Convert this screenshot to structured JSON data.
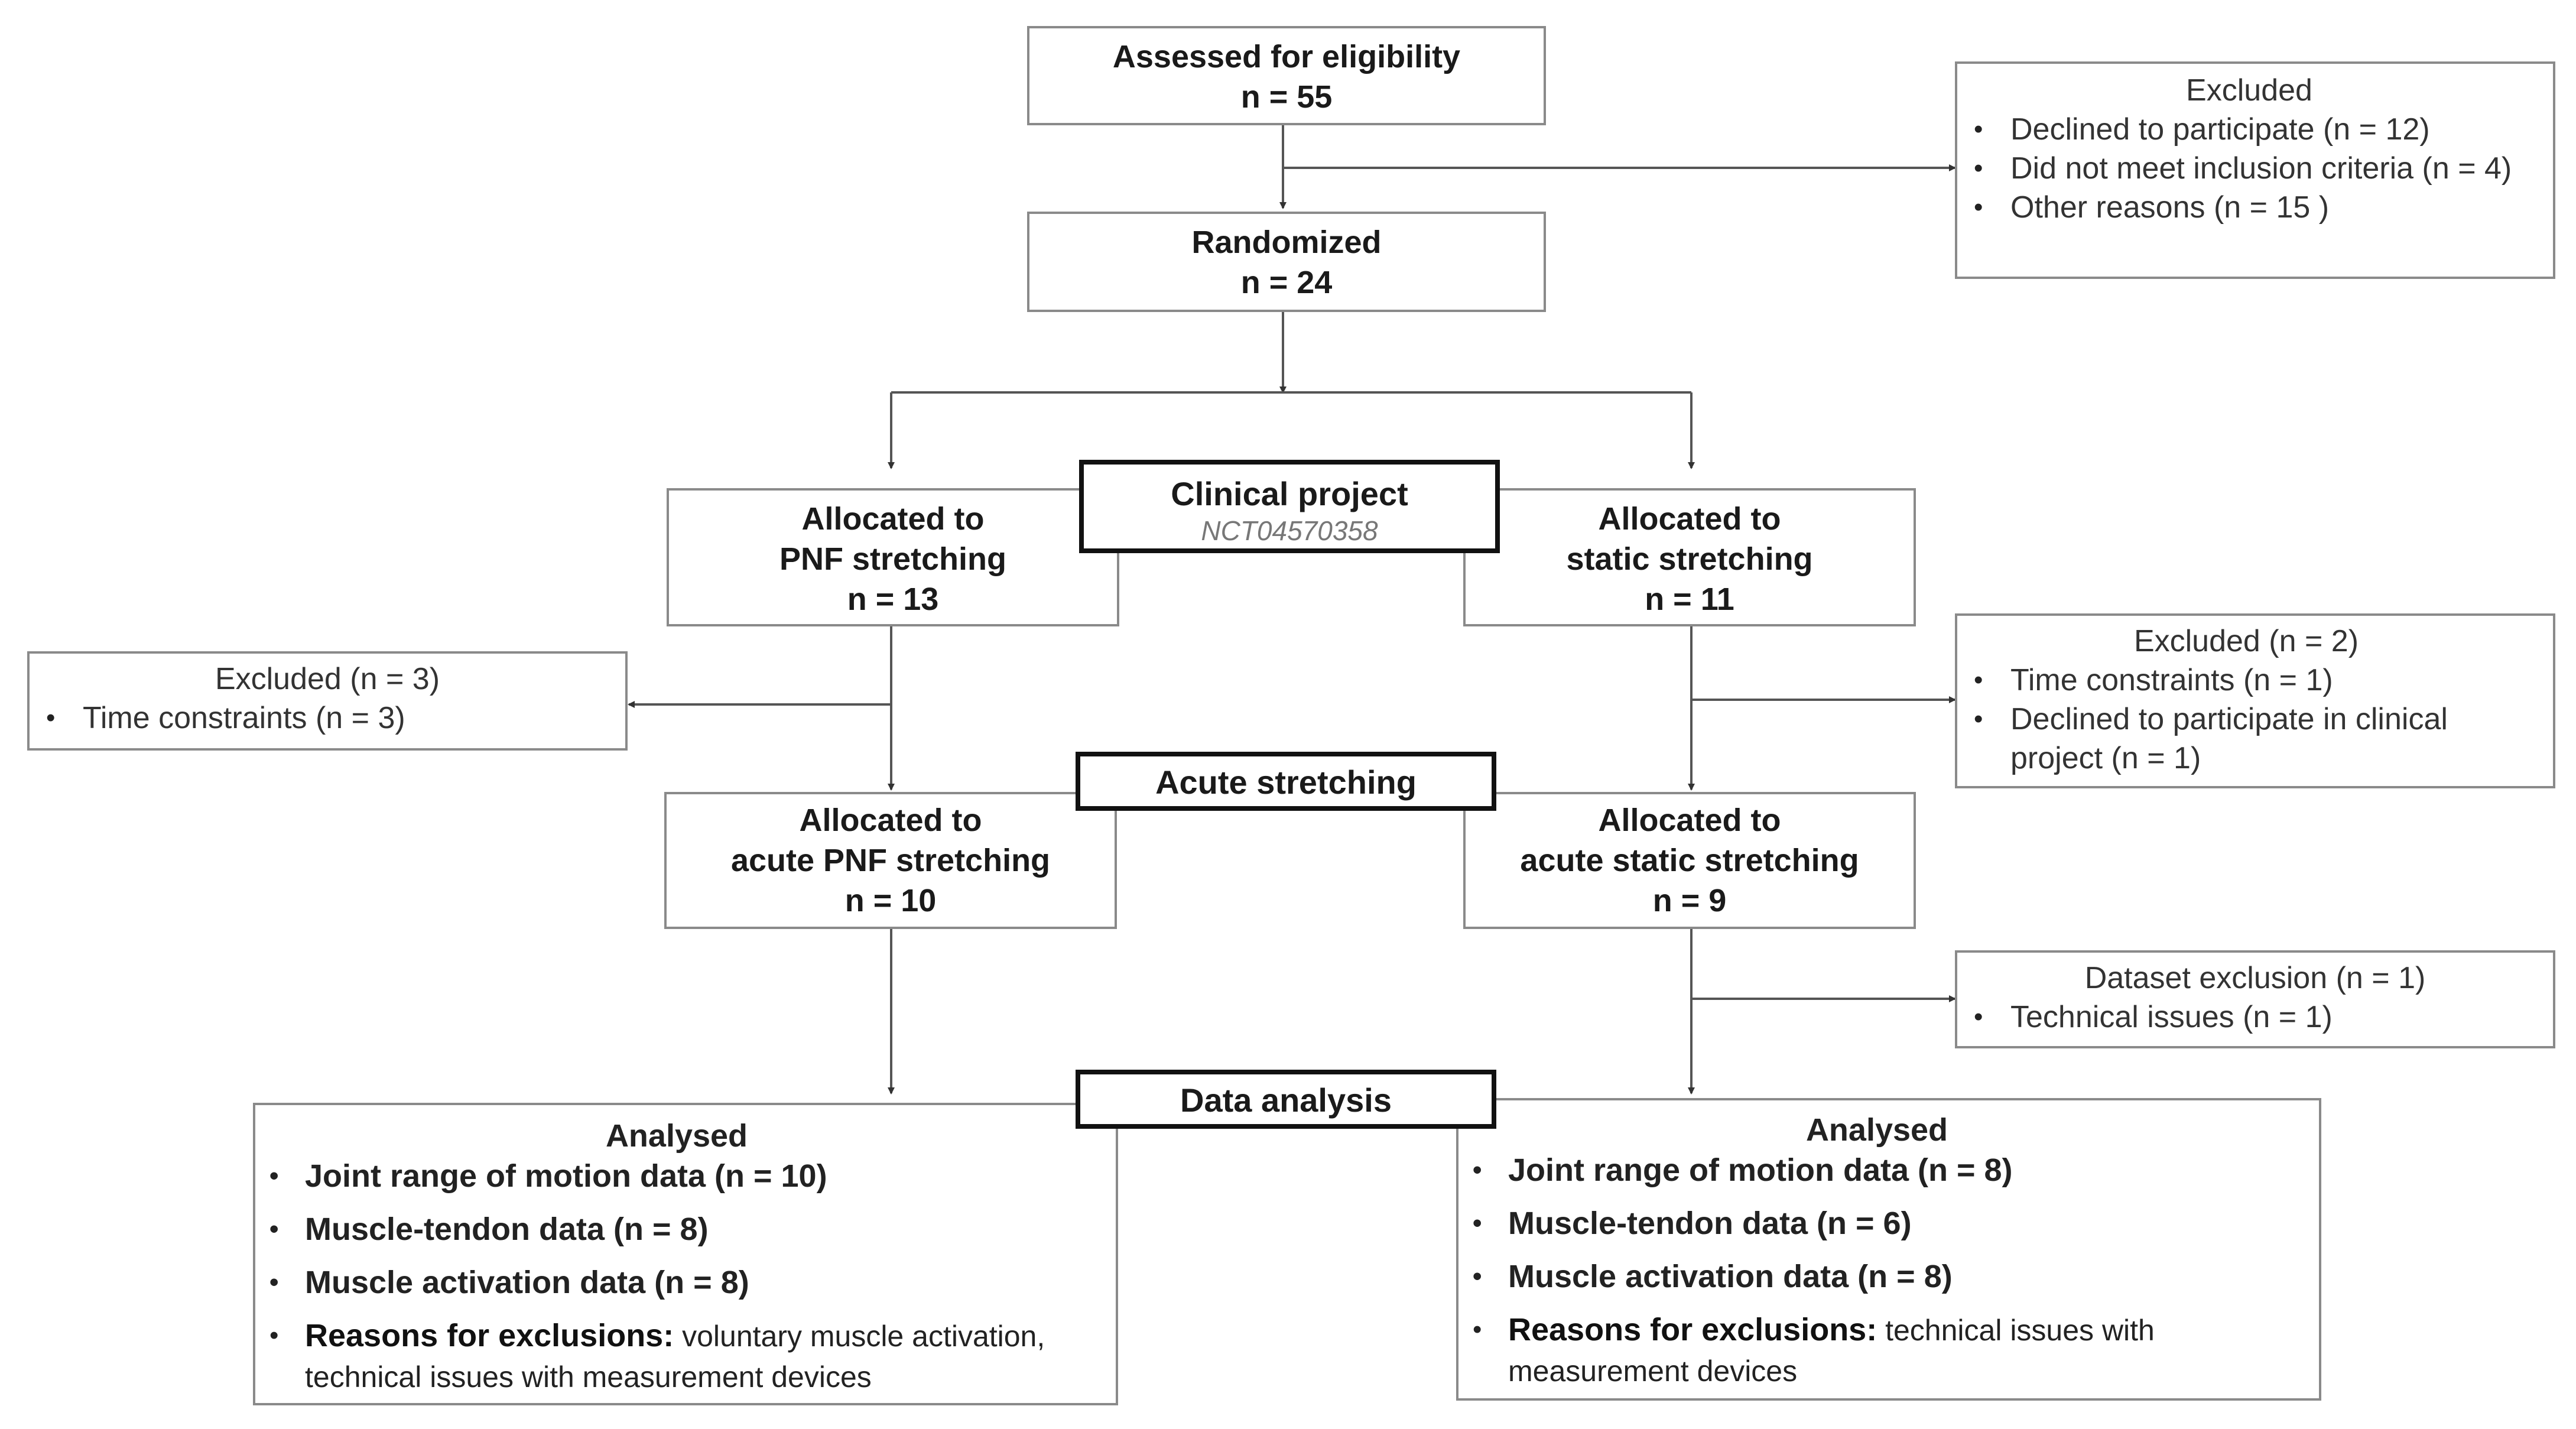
{
  "assessed": {
    "title": "Assessed for eligibility",
    "n": "n = 55"
  },
  "excluded_top": {
    "title": "Excluded",
    "items": [
      "Declined to participate (n = 12)",
      "Did not meet inclusion criteria (n = 4)",
      "Other reasons (n = 15 )"
    ]
  },
  "randomized": {
    "title": "Randomized",
    "n": "n = 24"
  },
  "clinical_project": {
    "title": "Clinical project",
    "id": "NCT04570358"
  },
  "alloc_pnf": {
    "line1": "Allocated to",
    "line2": "PNF stretching",
    "n": "n = 13"
  },
  "alloc_static": {
    "line1": "Allocated to",
    "line2": "static stretching",
    "n": "n = 11"
  },
  "excluded_left": {
    "title": "Excluded (n = 3)",
    "items": [
      "Time constraints (n = 3)"
    ]
  },
  "excluded_right": {
    "title": "Excluded (n = 2)",
    "items": [
      "Time constraints (n = 1)",
      "Declined to participate in clinical project (n = 1)"
    ]
  },
  "acute_stretching": {
    "title": "Acute stretching"
  },
  "acute_pnf": {
    "line1": "Allocated to",
    "line2": "acute PNF stretching",
    "n": "n = 10"
  },
  "acute_static": {
    "line1": "Allocated to",
    "line2": "acute static stretching",
    "n": "n = 9"
  },
  "dataset_exclusion": {
    "title": "Dataset exclusion (n = 1)",
    "items": [
      "Technical issues (n = 1)"
    ]
  },
  "data_analysis": {
    "title": "Data analysis"
  },
  "analysed_left": {
    "title": "Analysed",
    "rom": "Joint range of motion data (n = 10)",
    "mtu": "Muscle-tendon data (n = 8)",
    "emg": "Muscle activation data (n = 8)",
    "reasons_label": "Reasons for exclusions:",
    "reasons_text": " voluntary muscle activation, technical issues with measurement devices"
  },
  "analysed_right": {
    "title": "Analysed",
    "rom": "Joint range of motion data (n = 8)",
    "mtu": "Muscle-tendon data (n = 6)",
    "emg": "Muscle activation data (n = 8)",
    "reasons_label": "Reasons for exclusions:",
    "reasons_text": " technical issues with measurement devices"
  }
}
